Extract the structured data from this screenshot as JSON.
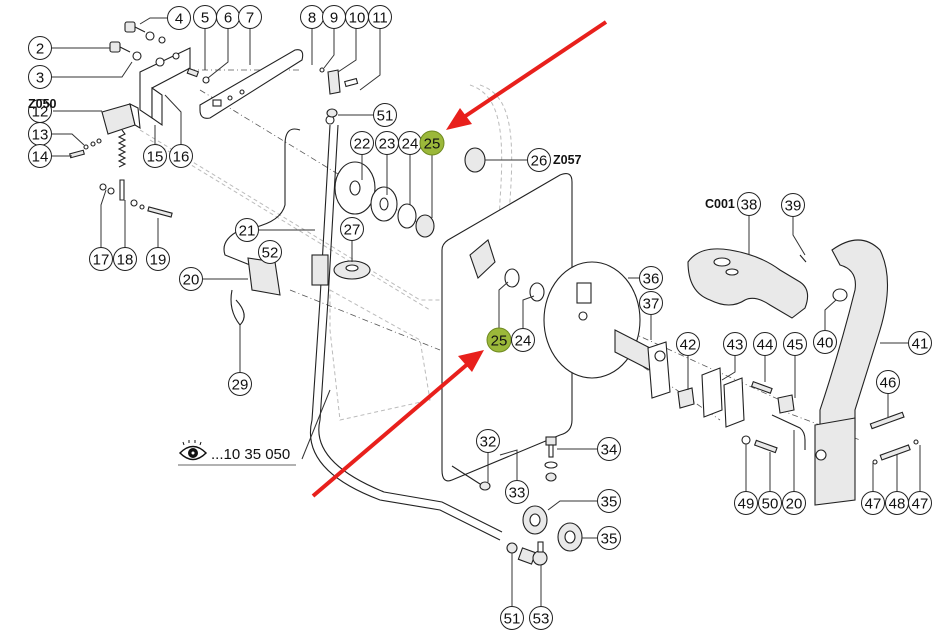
{
  "diagram": {
    "type": "exploded-parts-diagram",
    "highlight_color": "#9bb83a",
    "arrow_color": "#e8201c",
    "highlighted_part": "25",
    "callouts": [
      {
        "id": "c2",
        "label": "2"
      },
      {
        "id": "c3",
        "label": "3"
      },
      {
        "id": "c4",
        "label": "4"
      },
      {
        "id": "c5",
        "label": "5"
      },
      {
        "id": "c6",
        "label": "6"
      },
      {
        "id": "c7",
        "label": "7"
      },
      {
        "id": "c8",
        "label": "8"
      },
      {
        "id": "c9",
        "label": "9"
      },
      {
        "id": "c10",
        "label": "10"
      },
      {
        "id": "c11",
        "label": "11"
      },
      {
        "id": "c12",
        "label": "12"
      },
      {
        "id": "c13",
        "label": "13"
      },
      {
        "id": "c14",
        "label": "14"
      },
      {
        "id": "c15",
        "label": "15"
      },
      {
        "id": "c16",
        "label": "16"
      },
      {
        "id": "c17",
        "label": "17"
      },
      {
        "id": "c18",
        "label": "18"
      },
      {
        "id": "c19",
        "label": "19"
      },
      {
        "id": "c20a",
        "label": "20"
      },
      {
        "id": "c21",
        "label": "21"
      },
      {
        "id": "c52a",
        "label": "52"
      },
      {
        "id": "c29",
        "label": "29"
      },
      {
        "id": "c51a",
        "label": "51"
      },
      {
        "id": "c22",
        "label": "22"
      },
      {
        "id": "c23",
        "label": "23"
      },
      {
        "id": "c24a",
        "label": "24"
      },
      {
        "id": "c25a",
        "label": "25",
        "highlight": true
      },
      {
        "id": "c26",
        "label": "26"
      },
      {
        "id": "c27",
        "label": "27"
      },
      {
        "id": "c25b",
        "label": "25",
        "highlight": true
      },
      {
        "id": "c24b",
        "label": "24"
      },
      {
        "id": "c36",
        "label": "36"
      },
      {
        "id": "c37",
        "label": "37"
      },
      {
        "id": "c38",
        "label": "38"
      },
      {
        "id": "c39",
        "label": "39"
      },
      {
        "id": "c40",
        "label": "40"
      },
      {
        "id": "c41",
        "label": "41"
      },
      {
        "id": "c42",
        "label": "42"
      },
      {
        "id": "c43",
        "label": "43"
      },
      {
        "id": "c44",
        "label": "44"
      },
      {
        "id": "c45",
        "label": "45"
      },
      {
        "id": "c46",
        "label": "46"
      },
      {
        "id": "c47a",
        "label": "47"
      },
      {
        "id": "c48",
        "label": "48"
      },
      {
        "id": "c47b",
        "label": "47"
      },
      {
        "id": "c49",
        "label": "49"
      },
      {
        "id": "c50",
        "label": "50"
      },
      {
        "id": "c20b",
        "label": "20"
      },
      {
        "id": "c32",
        "label": "32"
      },
      {
        "id": "c33",
        "label": "33"
      },
      {
        "id": "c34",
        "label": "34"
      },
      {
        "id": "c35a",
        "label": "35"
      },
      {
        "id": "c35b",
        "label": "35"
      },
      {
        "id": "c51b",
        "label": "51"
      },
      {
        "id": "c53",
        "label": "53"
      }
    ],
    "codes": {
      "z050": "Z050",
      "z057": "Z057",
      "c001": "C001"
    },
    "reference": {
      "icon": "eye-icon",
      "text": "...10 35 050"
    }
  }
}
